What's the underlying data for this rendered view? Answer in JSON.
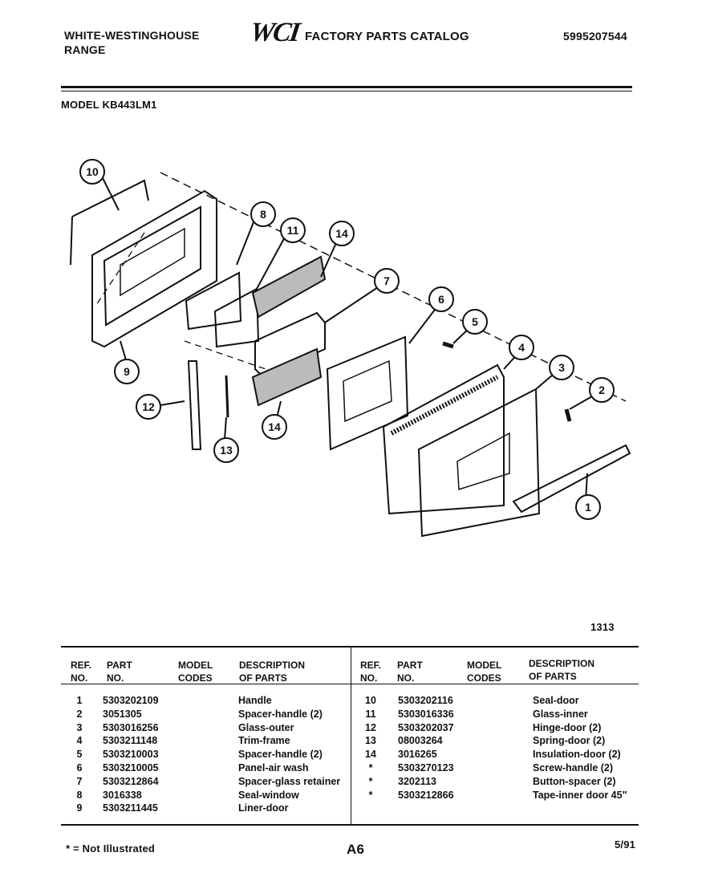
{
  "header": {
    "brand_line1": "WHITE-WESTINGHOUSE",
    "brand_line2": "RANGE",
    "logo": "WCI",
    "catalog_title": "FACTORY PARTS CATALOG",
    "catalog_number": "5995207544",
    "model_line": "MODEL KB443LM1"
  },
  "diagram": {
    "figure_number": "1313",
    "callouts": [
      "10",
      "8",
      "11",
      "14",
      "7",
      "6",
      "5",
      "4",
      "3",
      "2",
      "1",
      "9",
      "12",
      "13",
      "14"
    ]
  },
  "table": {
    "headers": {
      "ref1": "REF.",
      "ref2": "NO.",
      "part1": "PART",
      "part2": "NO.",
      "model1": "MODEL",
      "model2": "CODES",
      "desc1": "DESCRIPTION",
      "desc2": "OF PARTS"
    },
    "left_rows": [
      {
        "ref": "1",
        "part": "5303202109",
        "desc": "Handle"
      },
      {
        "ref": "2",
        "part": "3051305",
        "desc": "Spacer-handle (2)"
      },
      {
        "ref": "3",
        "part": "5303016256",
        "desc": "Glass-outer"
      },
      {
        "ref": "4",
        "part": "5303211148",
        "desc": "Trim-frame"
      },
      {
        "ref": "5",
        "part": "5303210003",
        "desc": "Spacer-handle (2)"
      },
      {
        "ref": "6",
        "part": "5303210005",
        "desc": "Panel-air wash"
      },
      {
        "ref": "7",
        "part": "5303212864",
        "desc": "Spacer-glass retainer"
      },
      {
        "ref": "8",
        "part": "3016338",
        "desc": "Seal-window"
      },
      {
        "ref": "9",
        "part": "5303211445",
        "desc": "Liner-door"
      }
    ],
    "right_rows": [
      {
        "ref": "10",
        "part": "5303202116",
        "desc": "Seal-door"
      },
      {
        "ref": "11",
        "part": "5303016336",
        "desc": "Glass-inner"
      },
      {
        "ref": "12",
        "part": "5303202037",
        "desc": "Hinge-door (2)"
      },
      {
        "ref": "13",
        "part": "08003264",
        "desc": "Spring-door (2)"
      },
      {
        "ref": "14",
        "part": "3016265",
        "desc": "Insulation-door (2)"
      },
      {
        "ref": "*",
        "part": "5303270123",
        "desc": "Screw-handle (2)"
      },
      {
        "ref": "*",
        "part": "3202113",
        "desc": "Button-spacer (2)"
      },
      {
        "ref": "*",
        "part": "5303212866",
        "desc": "Tape-inner door 45\""
      }
    ]
  },
  "footer": {
    "note": "* = Not Illustrated",
    "page": "A6",
    "date": "5/91"
  }
}
